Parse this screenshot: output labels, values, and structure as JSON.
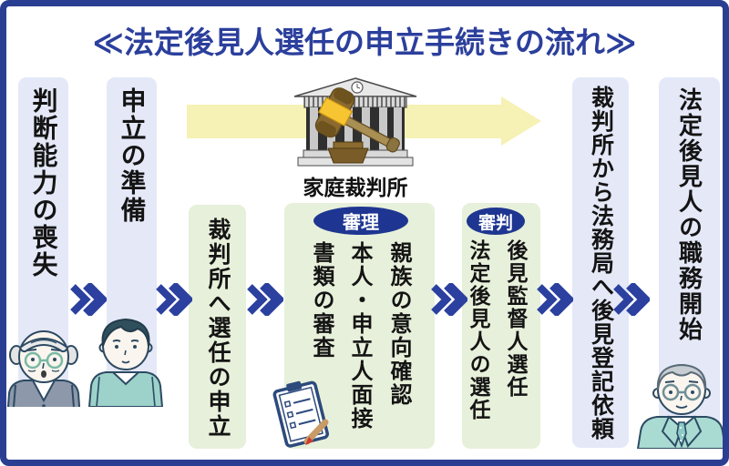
{
  "title": "≪法定後見人選任の申立手続きの流れ≫",
  "court": {
    "label": "家庭裁判所"
  },
  "flow": {
    "steps": [
      {
        "label": "判断能力の喪失"
      },
      {
        "label": "申立の準備"
      },
      {
        "label": "裁判所へ選任の申立"
      },
      {
        "badge": "審理",
        "items": [
          "書類の審査",
          "本人・申立人面接",
          "親族の意向確認"
        ]
      },
      {
        "badge": "審判",
        "items": [
          "法定後見人の選任",
          "後見監督人選任"
        ]
      },
      {
        "label": "裁判所から法務局へ後見登記依頼"
      },
      {
        "label": "法定後見人の職務開始"
      }
    ]
  },
  "icons": {
    "courthouse": "courthouse-gavel-icon",
    "timeline_arrow": "timeline-arrow-icon",
    "chevron": "flow-chevron-icon",
    "clipboard": "clipboard-checklist-icon",
    "persons": [
      "elderly-person-icon",
      "applicant-person-icon",
      "guardian-person-icon"
    ]
  },
  "colors": {
    "frame_navy": "#2a3f92",
    "title_blue": "#2b3f9c",
    "step_blue_bg": "#e4e8f7",
    "step_green_bg": "#e7f0da",
    "badge_navy": "#1e3691",
    "chevron_blue": "#2b409f",
    "arrow_yellow": "#f6f1b4",
    "text_black": "#141414"
  }
}
